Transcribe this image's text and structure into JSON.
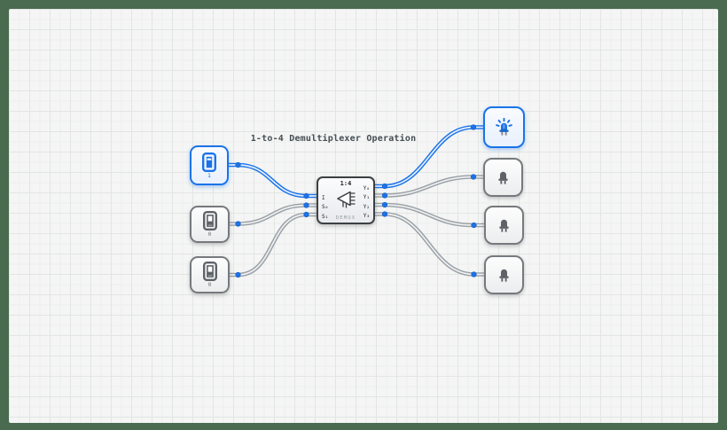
{
  "title": "1-to-4 Demultiplexer Operation",
  "colors": {
    "frame": "#4a6b50",
    "canvas_bg": "#f4f5f4",
    "grid_major": "#e2e6e3",
    "grid_minor": "#edf0ee",
    "active_blue": "#1a73e8",
    "inactive_gray": "#9aa0a6",
    "component_border_dark": "#3c4043",
    "port_dot": "#1a73e8"
  },
  "switches": [
    {
      "label": "1",
      "state": "on"
    },
    {
      "label": "0",
      "state": "off"
    },
    {
      "label": "0",
      "state": "off"
    }
  ],
  "demux": {
    "top_label": "1:4",
    "bottom_label": "DEMUX",
    "input_pins": [
      "I",
      "S₀",
      "S₁"
    ],
    "output_pins": [
      "Y₀",
      "Y₁",
      "Y₂",
      "Y₃"
    ]
  },
  "leds": [
    {
      "state": "on"
    },
    {
      "state": "off"
    },
    {
      "state": "off"
    },
    {
      "state": "off"
    }
  ]
}
